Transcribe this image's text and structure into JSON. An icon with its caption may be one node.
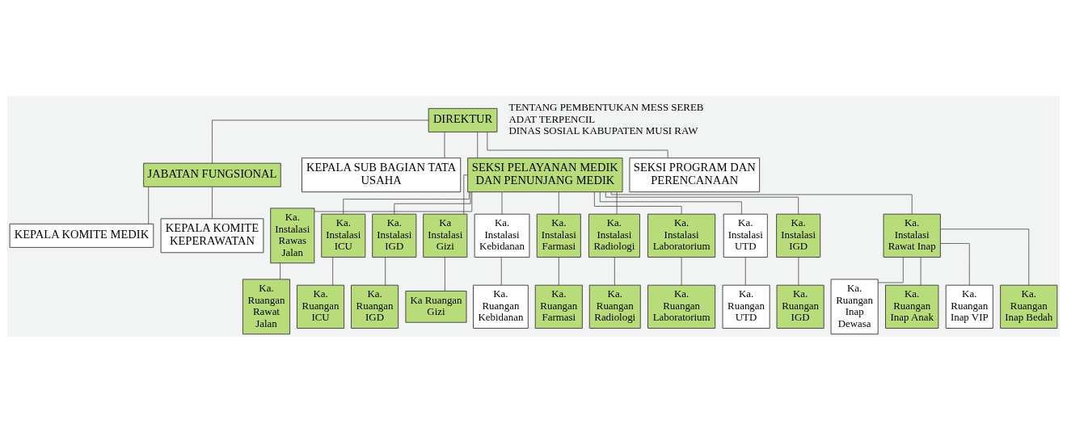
{
  "diagram": {
    "nodes": [
      {
        "text": [
          "DIREKTUR"
        ]
      },
      {
        "text": [
          "JABATAN FUNGSIONAL"
        ]
      },
      {
        "text": [
          "KEPALA SUB BAGIAN TATA USAHA"
        ]
      },
      {
        "text": [
          "KEPALA KOMITE MEDIK"
        ]
      },
      {
        "text": [
          "KEPALA KOMITE KEPERAWATAN"
        ]
      },
      {
        "text": [
          "SEKSI PELAYANAN MEDIK DAN PENUNJANG MEDIK"
        ]
      },
      {
        "text": [
          "SEKSI PROGRAM DAN PERENCANAAN"
        ]
      },
      {
        "text": [
          "Ka. Instalasi Rawas Jalan"
        ]
      },
      {
        "text": [
          "Ka. Instalasi ICU"
        ]
      },
      {
        "text": [
          "Ka. Instalasi IGD"
        ]
      },
      {
        "text": [
          "Ka Instalasi Gizi"
        ]
      },
      {
        "text": [
          "Ka. Instalasi Kebidanan"
        ]
      },
      {
        "text": [
          "Ka. Instalasi Farmasi"
        ]
      },
      {
        "text": [
          "Ka. Instalasi Radiologi"
        ]
      },
      {
        "text": [
          "Ka. Instalasi Laboratorium"
        ]
      },
      {
        "text": [
          "Ka. Instalasi UTD"
        ]
      },
      {
        "text": [
          "Ka. Instalasi IGD"
        ]
      },
      {
        "text": [
          "Ka. Instalasi Rawat Inap"
        ]
      },
      {
        "text": [
          "Ka. Ruangan Rawat Jalan"
        ]
      },
      {
        "text": [
          "Ka. Ruangan ICU"
        ]
      },
      {
        "text": [
          "Ka. Ruangan IGD"
        ]
      },
      {
        "text": [
          "Ka Ruangan Gizi"
        ]
      },
      {
        "text": [
          "Ka. Ruangan Kebidanan"
        ]
      },
      {
        "text": [
          "Ka. Ruangan Farmasi"
        ]
      },
      {
        "text": [
          "Ka. Ruangan Radiologi"
        ]
      },
      {
        "text": [
          "Ka. Ruangan Laboratorium"
        ]
      },
      {
        "text": [
          "Ka. Ruangan UTD"
        ]
      },
      {
        "text": [
          "Ka. Ruangan IGD"
        ]
      },
      {
        "text": [
          "Ka. Ruangan Inap Dewasa"
        ]
      },
      {
        "text": [
          "Ka. Ruangan Inap Anak"
        ]
      },
      {
        "text": [
          "Ka. Ruangan Inap VIP"
        ]
      },
      {
        "text": [
          "Ka. Ruangan Inap Bedah"
        ]
      }
    ],
    "edges": [
      {
        "from": 0,
        "to": 1,
        "arrow": "none"
      },
      {
        "from": 0,
        "to": 2,
        "arrow": "none"
      },
      {
        "from": 1,
        "to": 3,
        "arrow": "none"
      },
      {
        "from": 1,
        "to": 4,
        "arrow": "none"
      },
      {
        "from": 0,
        "to": 5,
        "arrow": "none"
      },
      {
        "from": 0,
        "to": 6,
        "arrow": "none"
      },
      {
        "from": 5,
        "to": 7,
        "arrow": "none"
      },
      {
        "from": 5,
        "to": 8,
        "arrow": "none"
      },
      {
        "from": 5,
        "to": 9,
        "arrow": "none"
      },
      {
        "from": 5,
        "to": 10,
        "arrow": "none"
      },
      {
        "from": 5,
        "to": 11,
        "arrow": "none"
      },
      {
        "from": 5,
        "to": 12,
        "arrow": "none"
      },
      {
        "from": 5,
        "to": 13,
        "arrow": "none"
      },
      {
        "from": 5,
        "to": 14,
        "arrow": "none"
      },
      {
        "from": 5,
        "to": 15,
        "arrow": "none"
      },
      {
        "from": 5,
        "to": 16,
        "arrow": "none"
      },
      {
        "from": 5,
        "to": 17,
        "arrow": "none"
      },
      {
        "from": 7,
        "to": 18,
        "arrow": "none"
      },
      {
        "from": 8,
        "to": 19,
        "arrow": "none"
      },
      {
        "from": 9,
        "to": 20,
        "arrow": "none"
      },
      {
        "from": 10,
        "to": 21,
        "arrow": "none"
      },
      {
        "from": 11,
        "to": 22,
        "arrow": "none"
      },
      {
        "from": 12,
        "to": 23,
        "arrow": "none"
      },
      {
        "from": 13,
        "to": 24,
        "arrow": "none"
      },
      {
        "from": 14,
        "to": 25,
        "arrow": "none"
      },
      {
        "from": 15,
        "to": 26,
        "arrow": "none"
      },
      {
        "from": 16,
        "to": 27,
        "arrow": "none"
      },
      {
        "from": 17,
        "to": 28,
        "arrow": "none"
      },
      {
        "from": 17,
        "to": 29,
        "arrow": "none"
      },
      {
        "from": 17,
        "to": 30,
        "arrow": "none"
      },
      {
        "from": 17,
        "to": 31,
        "arrow": "none"
      }
    ],
    "labels": [
      "TENTANG PEMBENTUKAN MESS SEREB",
      "ADAT TERPENCIL",
      "DINAS SOSIAL KABUPATEN MUSI RAW"
    ]
  }
}
